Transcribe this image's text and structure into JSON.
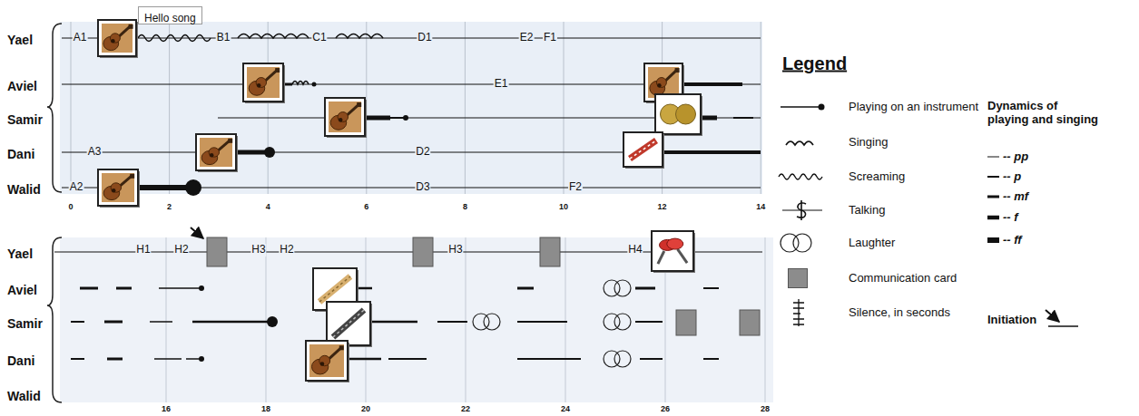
{
  "diagram": {
    "nodes": [
      {
        "text": [
          "Hello song"
        ]
      }
    ],
    "labels": [
      "Yael",
      "Aviel",
      "Samir",
      "Dani",
      "Walid",
      "A1",
      "B1",
      "C1",
      "D1",
      "E2",
      "F1",
      "E1",
      "A3",
      "D2",
      "A2",
      "D3",
      "F2",
      "0",
      "2",
      "4",
      "6",
      "8",
      "10",
      "12",
      "14",
      "Yael",
      "Aviel",
      "Samir",
      "Dani",
      "Walid",
      "H1",
      "H2",
      "H3",
      "H2",
      "H3",
      "H4",
      "16",
      "18",
      "20",
      "22",
      "24",
      "26",
      "28",
      "Legend",
      "Dynamics of playing and singing"
    ],
    "legend": [
      {
        "text": "Playing on an instrument"
      },
      {
        "text": "Singing"
      },
      {
        "text": "Screaming"
      },
      {
        "text": "Talking"
      },
      {
        "text": "Laughter"
      },
      {
        "text": "Communication card",
        "color": "#8c8c8c"
      },
      {
        "text": "Silence, in seconds"
      },
      {
        "text": "-- pp"
      },
      {
        "text": "-- p"
      },
      {
        "text": "-- mf"
      },
      {
        "text": "-- f"
      },
      {
        "text": "-- ff"
      },
      {
        "text": "Initiation"
      }
    ]
  }
}
